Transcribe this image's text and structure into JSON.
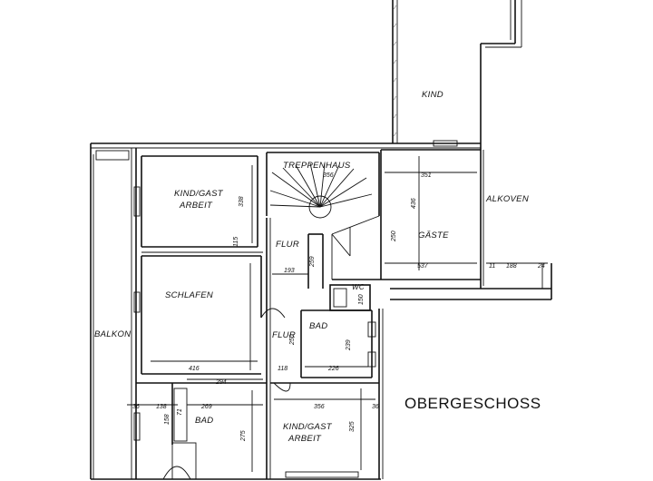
{
  "caption": "OBERGESCHOSS",
  "rooms": {
    "kind": "KIND",
    "alkoven": "ALKOVEN",
    "treppenhaus": "TREPPENHAUS",
    "kind_gast_arbeit_top_1": "KIND/GAST",
    "kind_gast_arbeit_top_2": "ARBEIT",
    "gaeste": "GÄSTE",
    "flur_upper": "FLUR",
    "schlafen": "SCHLAFEN",
    "wc": "WC",
    "bad_middle": "BAD",
    "flur_lower": "FLUR",
    "balkon": "BALKON",
    "bad_bottom": "BAD",
    "kind_gast_arbeit_bottom_1": "KIND/GAST",
    "kind_gast_arbeit_bottom_2": "ARBEIT"
  },
  "dimensions": {
    "d356_top": "356",
    "d351": "351",
    "d338": "338",
    "d436": "436",
    "d250": "250",
    "d115": "115",
    "d193": "193",
    "d259": "259",
    "d537": "537",
    "d11": "11",
    "d188": "188",
    "d24": "24",
    "d150": "150",
    "d239": "239",
    "d250b": "250",
    "d416": "416",
    "d118": "118",
    "d226": "226",
    "d294": "294",
    "d36_left": "36",
    "d138": "138",
    "d269": "269",
    "d356_bottom": "356",
    "d36_right": "36",
    "d275": "275",
    "d325": "325",
    "d158": "158",
    "d71": "71"
  }
}
